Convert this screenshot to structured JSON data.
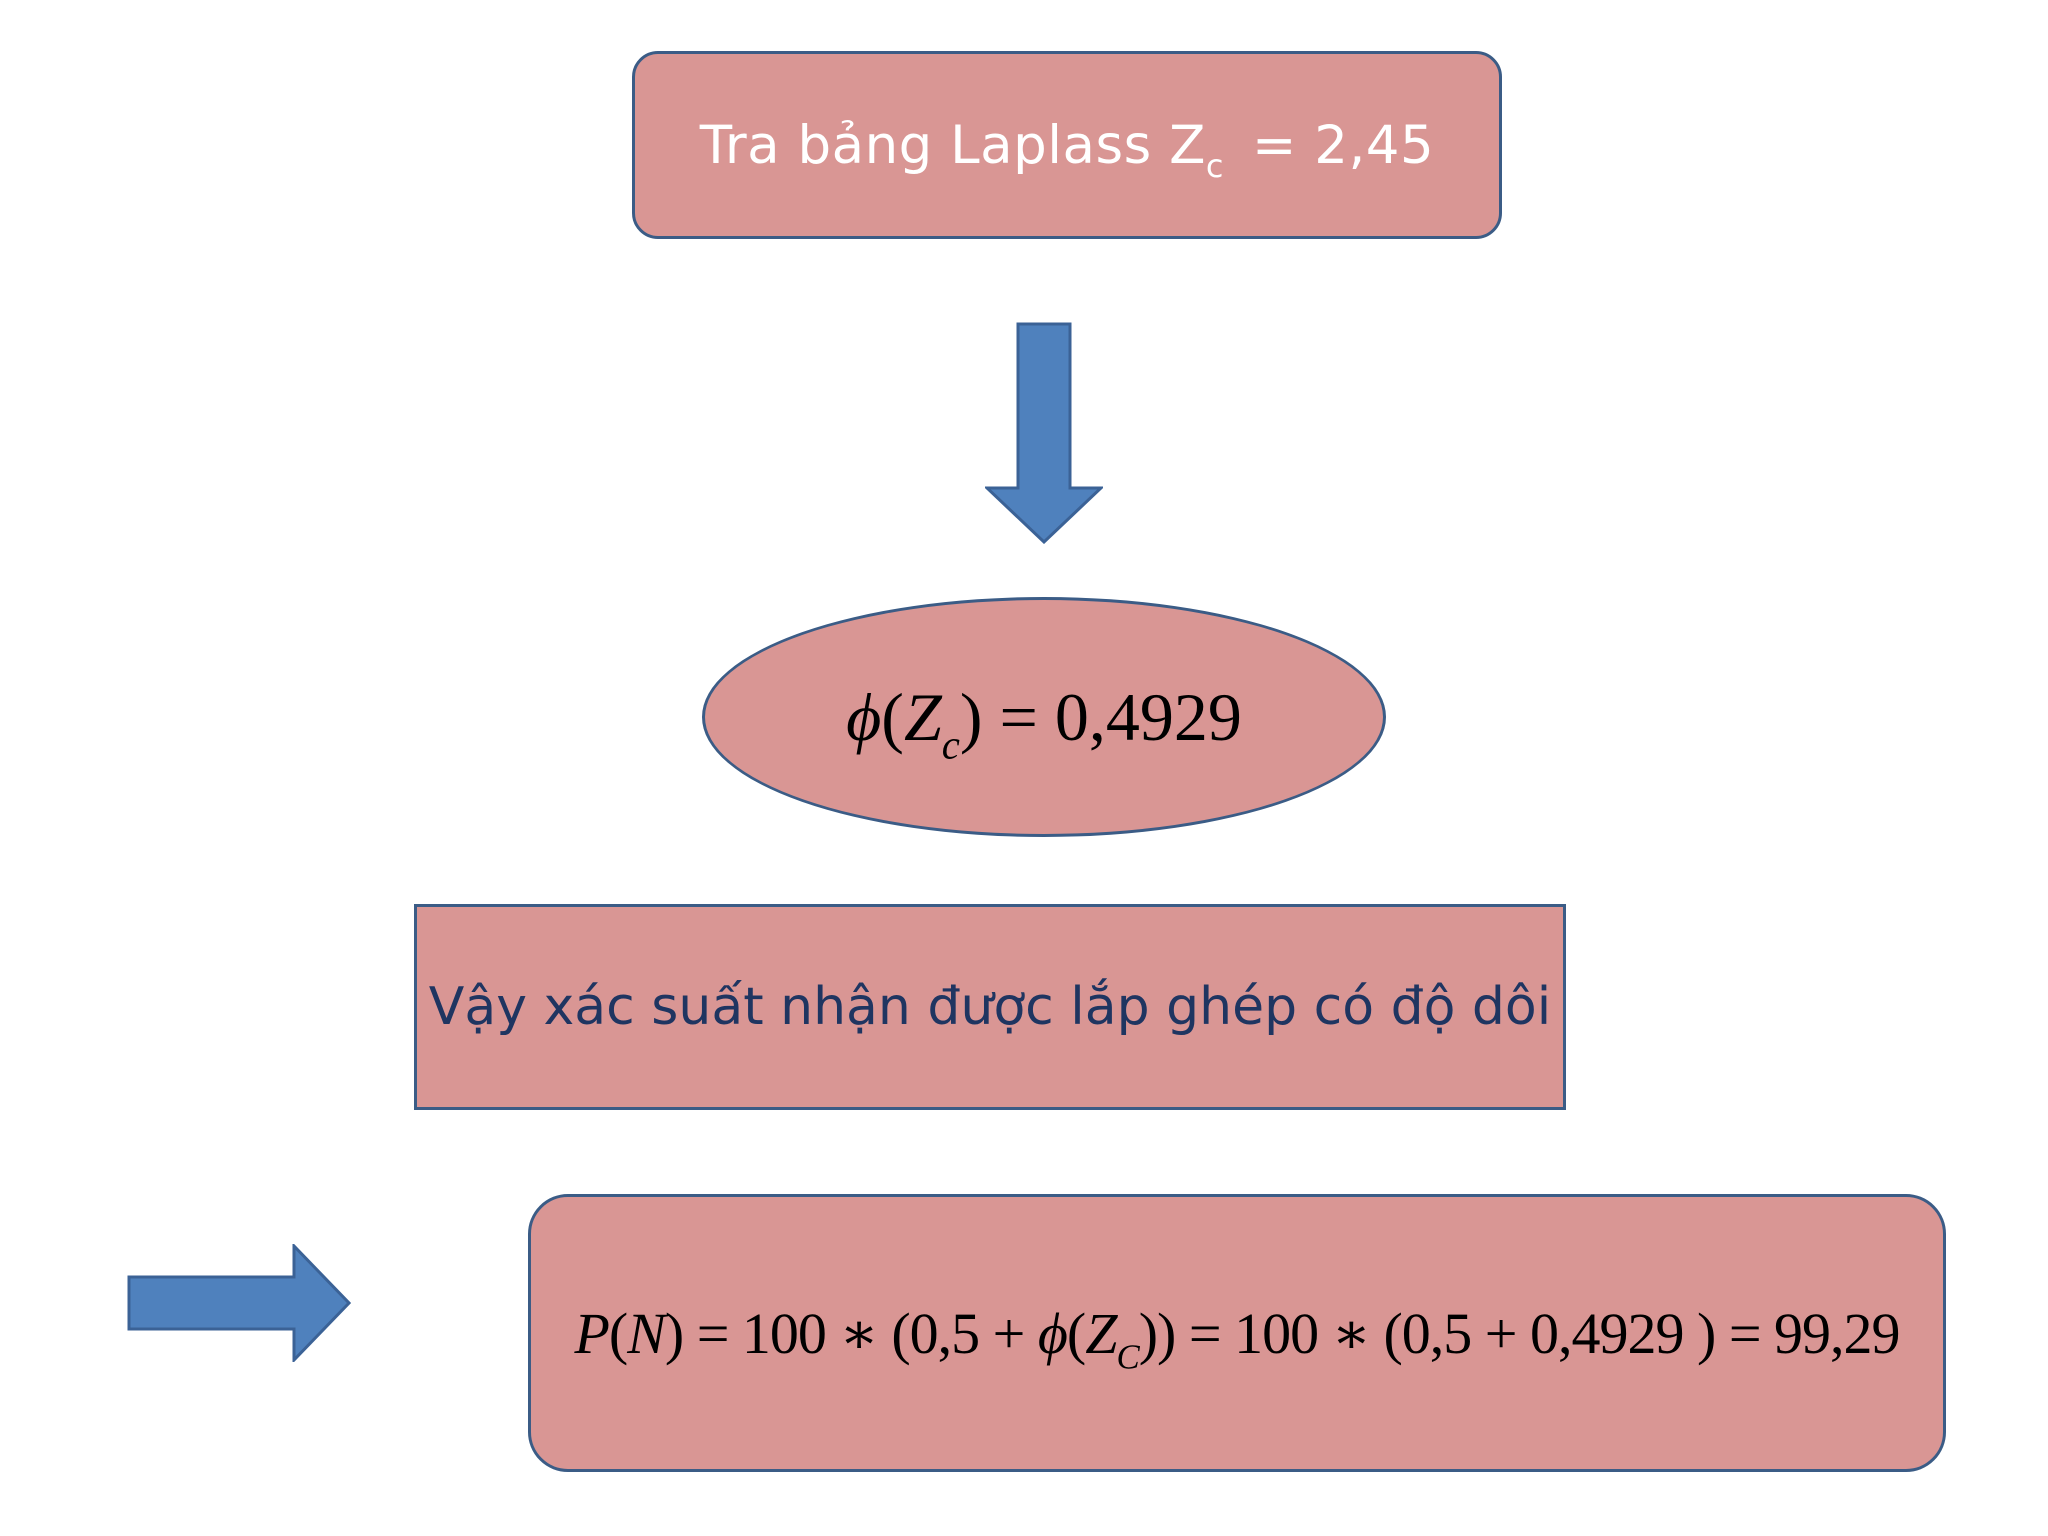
{
  "slide": {
    "box_top": {
      "prefix": "Tra bảng Laplass Z",
      "sub": "c",
      "suffix": "= 2,45"
    },
    "ellipse": {
      "phi": "ϕ",
      "open": "(",
      "z": "Z",
      "sub": "c",
      "rest": ") = 0,4929"
    },
    "box_mid": {
      "text": "Vậy xác suất nhận được lắp ghép có độ dôi"
    },
    "box_bottom": {
      "p": "P",
      "open_n": "(",
      "n": "N",
      "part1": ") = 100 ∗ (0,5 + ",
      "phi": "ϕ",
      "open_z": "(",
      "z": "Z",
      "sub": "C",
      "part2": ")) = 100 ∗ (0,5 + 0,4929 ) = 99,29"
    }
  },
  "colors": {
    "box_fill": "#d99694",
    "box_border": "#3b5c86",
    "arrow_fill": "#4f81bd",
    "arrow_stroke": "#3b6296",
    "top_text": "#ffffff",
    "mid_text": "#1f3561"
  },
  "icons": [
    "arrow-down-icon",
    "arrow-right-icon"
  ]
}
